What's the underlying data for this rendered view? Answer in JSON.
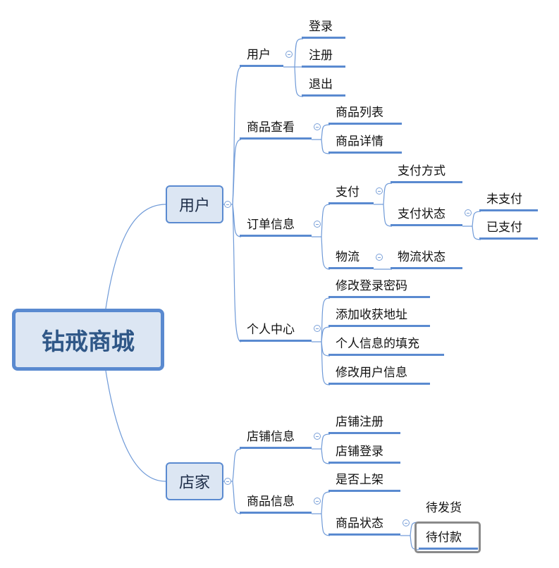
{
  "root": "钻戒商城",
  "user": {
    "label": "用户",
    "account": {
      "label": "用户",
      "items": [
        "登录",
        "注册",
        "退出"
      ]
    },
    "browse": {
      "label": "商品查看",
      "items": [
        "商品列表",
        "商品详情"
      ]
    },
    "order": {
      "label": "订单信息",
      "pay": {
        "label": "支付",
        "method": "支付方式",
        "status": {
          "label": "支付状态",
          "items": [
            "未支付",
            "已支付"
          ]
        }
      },
      "logistics": {
        "label": "物流",
        "status": "物流状态"
      }
    },
    "center": {
      "label": "个人中心",
      "items": [
        "修改登录密码",
        "添加收获地址",
        "个人信息的填充",
        "修改用户信息"
      ]
    }
  },
  "shop": {
    "label": "店家",
    "info": {
      "label": "店铺信息",
      "items": [
        "店铺注册",
        "店铺登录"
      ]
    },
    "goods": {
      "label": "商品信息",
      "listed": "是否上架",
      "state": {
        "label": "商品状态",
        "items": [
          "待发货",
          "待付款"
        ]
      }
    }
  }
}
